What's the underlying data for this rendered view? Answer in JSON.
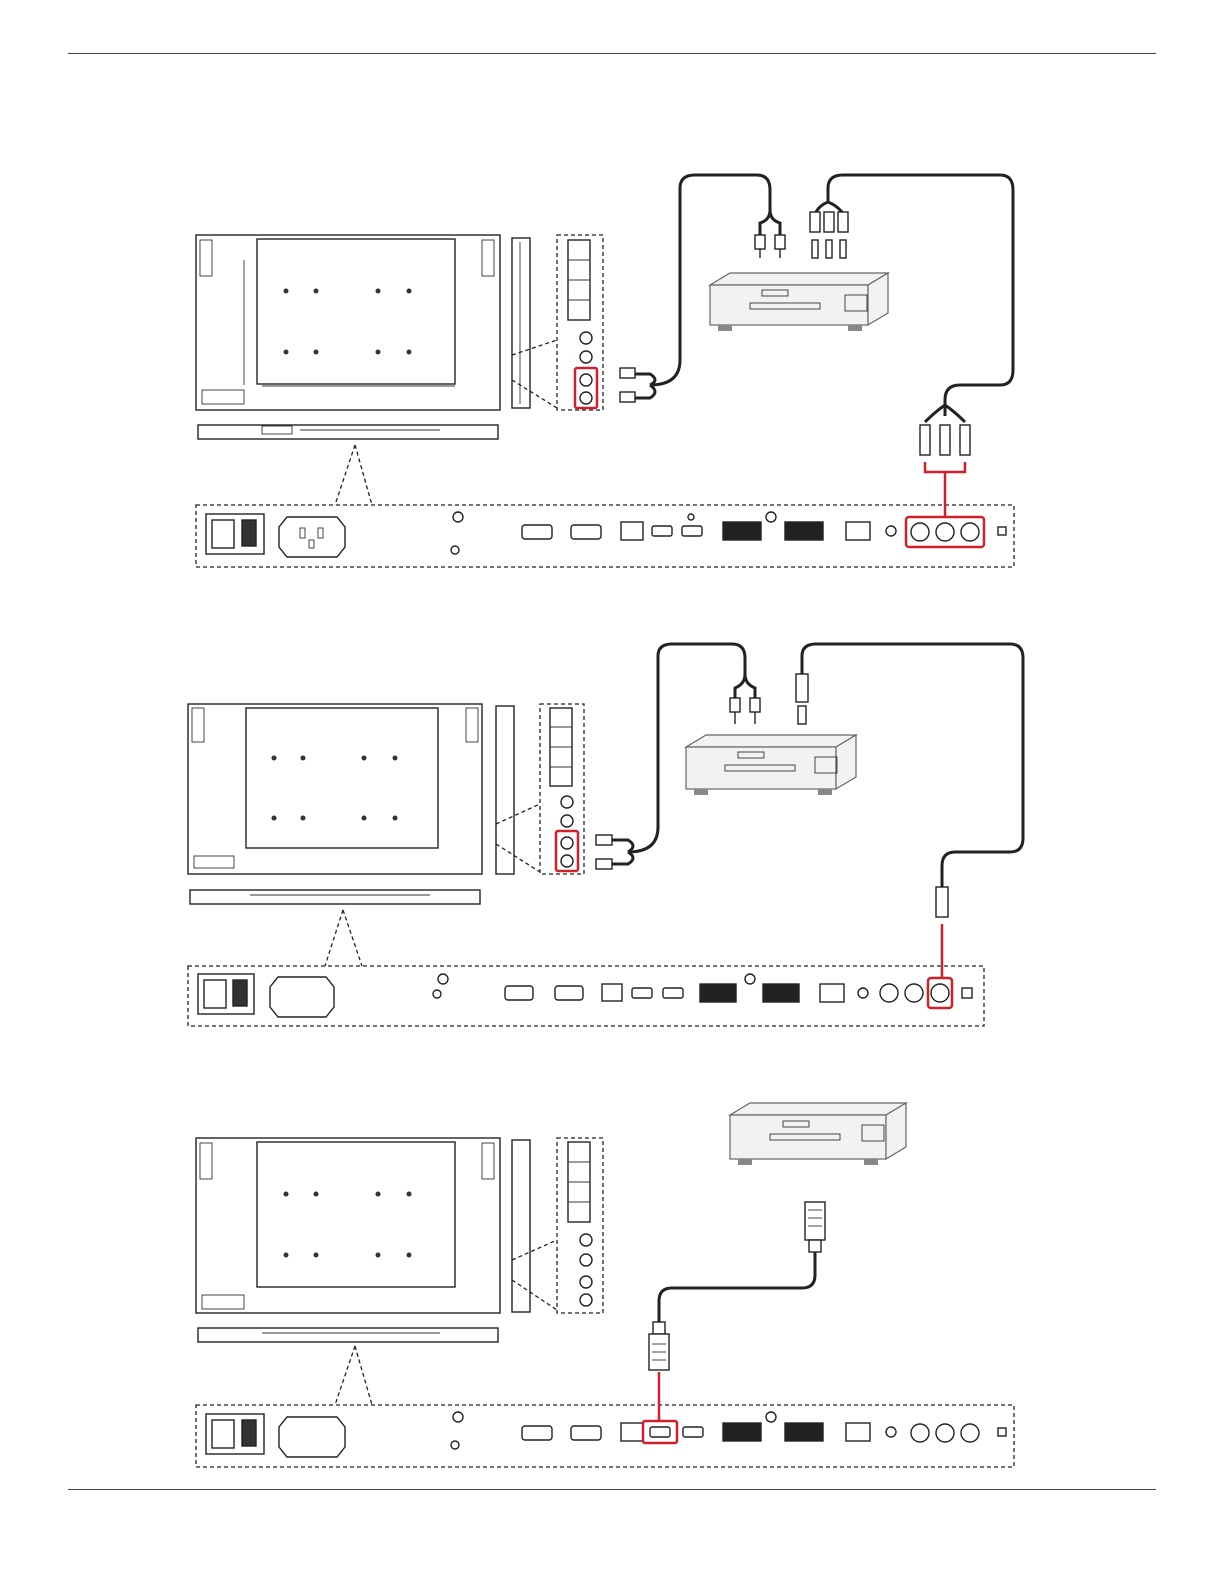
{
  "page": {
    "colors": {
      "highlight": "#d0212a",
      "line": "#222222",
      "device_fill": "#f2f2f2"
    }
  },
  "panels": [
    {
      "id": "component-video-connection",
      "highlighted_ports": [
        "audio-in-rca",
        "component-bnc-x3"
      ]
    },
    {
      "id": "composite-video-connection",
      "highlighted_ports": [
        "audio-in-rca",
        "video-bnc"
      ]
    },
    {
      "id": "hdmi-connection",
      "highlighted_ports": [
        "hdmi-in"
      ]
    }
  ]
}
